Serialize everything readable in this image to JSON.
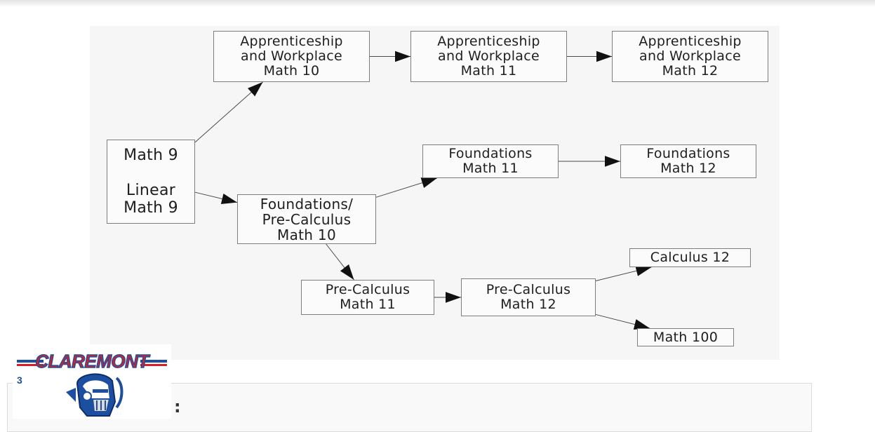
{
  "diagram": {
    "nodes": {
      "aw10": "Apprenticeship\nand Workplace\nMath 10",
      "aw11": "Apprenticeship\nand Workplace\nMath 11",
      "aw12": "Apprenticeship\nand Workplace\nMath 12",
      "math9": "Math 9\n\nLinear\nMath 9",
      "fpc10": "Foundations/\nPre-Calculus\nMath 10",
      "f11": "Foundations\nMath 11",
      "f12": "Foundations\nMath 12",
      "pc11": "Pre-Calculus\nMath 11",
      "pc12": "Pre-Calculus\nMath 12",
      "calc12": "Calculus 12",
      "m100": "Math 100"
    },
    "edges": [
      [
        "math9",
        "aw10"
      ],
      [
        "aw10",
        "aw11"
      ],
      [
        "aw11",
        "aw12"
      ],
      [
        "math9",
        "fpc10"
      ],
      [
        "fpc10",
        "f11"
      ],
      [
        "f11",
        "f12"
      ],
      [
        "fpc10",
        "pc11"
      ],
      [
        "pc11",
        "pc12"
      ],
      [
        "pc12",
        "calc12"
      ],
      [
        "pc12",
        "m100"
      ]
    ],
    "line_color": "#4a4a4a"
  },
  "logo": {
    "text": "CLAREMONT",
    "colors": {
      "red": "#d32027",
      "blue": "#1c4fa0",
      "white": "#ffffff"
    }
  },
  "footer": {
    "cursor": ":"
  }
}
